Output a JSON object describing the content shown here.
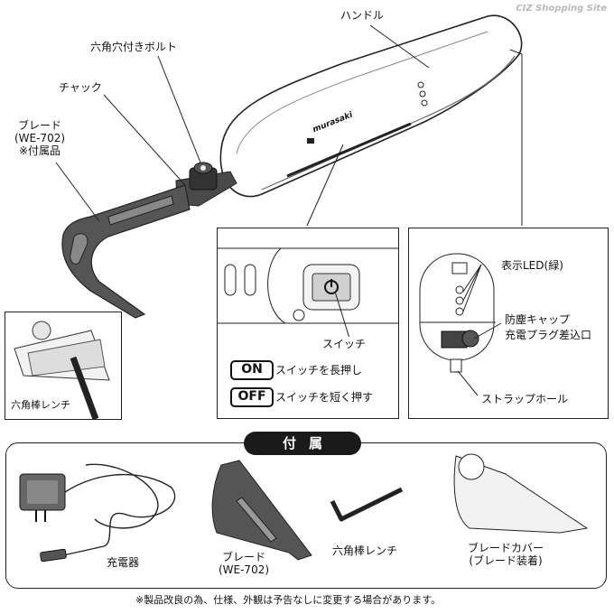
{
  "watermark": "CIZ Shopping Site",
  "top_labels": {
    "handle": "ハンドル",
    "bolt": "六角穴付きボルト",
    "chuck": "チャック",
    "blade_line1": "ブレード",
    "blade_line2": "(WE-702)",
    "blade_line3": "※付属品",
    "hex_wrench": "六角棒レンチ"
  },
  "brand": "murasaki",
  "switch_panel": {
    "switch_label": "スイッチ",
    "on_key": "ON",
    "on_text": "スイッチを長押し",
    "off_key": "OFF",
    "off_text": "スイッチを短く押す"
  },
  "led_panel": {
    "led_label": "表示LED(緑)",
    "cap_label": "防塵キャップ",
    "plug_label": "充電プラグ差込口",
    "strap_label": "ストラップホール"
  },
  "accessories": {
    "title": "付属",
    "items": [
      {
        "name": "charger",
        "label": "充電器"
      },
      {
        "name": "blade",
        "label": "ブレード",
        "label2": "(WE-702)"
      },
      {
        "name": "wrench",
        "label": "六角棒レンチ"
      },
      {
        "name": "blade-cover",
        "label": "ブレードカバー",
        "label2": "(ブレード装着)"
      }
    ]
  },
  "footnote": "※製品改良の為、仕様、外観は予告なしに変更する場合があります。"
}
